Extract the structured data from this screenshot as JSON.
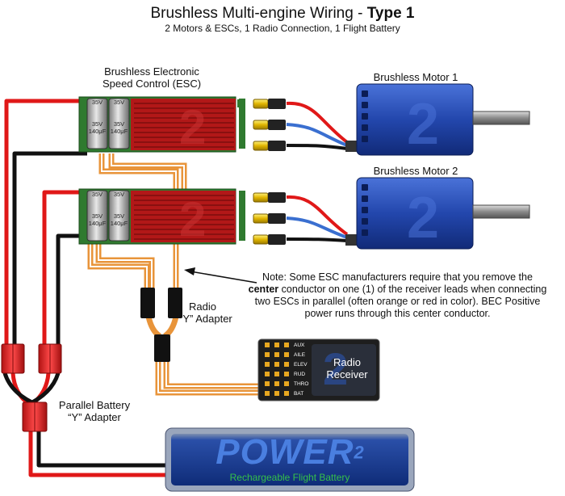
{
  "title": {
    "main": "Brushless Multi-engine Wiring - ",
    "bold": "Type 1",
    "subtitle": "2 Motors & ESCs, 1 Radio Connection, 1 Flight Battery"
  },
  "labels": {
    "esc": "Brushless Electronic Speed Control (ESC)",
    "esc_line1": "Brushless Electronic",
    "esc_line2": "Speed Control (ESC)",
    "motor1": "Brushless Motor 1",
    "motor2": "Brushless Motor 2",
    "radio_y_line1": "Radio",
    "radio_y_line2": "“Y” Adapter",
    "battery_y_line1": "Parallel Battery",
    "battery_y_line2": "“Y” Adapter"
  },
  "note": {
    "prefix": "Note:  Some ESC manufacturers require that you remove the",
    "bold": "center",
    "suffix": " conductor on one (1) of the receiver leads when connecting two ESCs in parallel (often orange or red in color). BEC Positive power runs through this center conductor."
  },
  "esc": {
    "cap_voltage": "35V",
    "cap_capacitance": "140μF"
  },
  "receiver": {
    "label_line1": "Radio",
    "label_line2": "Receiver",
    "channels": [
      "AUX",
      "AILE",
      "ELEV",
      "RUD",
      "THRO",
      "BAT"
    ]
  },
  "battery": {
    "brand": "POWER",
    "brand_sup": "2",
    "caption": "Rechargeable Flight Battery"
  },
  "colors": {
    "wire_red": "#e01818",
    "wire_black": "#111111",
    "wire_blue": "#3a6fd0",
    "wire_orange": "#e8943a",
    "esc_board": "#2f7a2f",
    "esc_heatsink": "#b21818",
    "motor_body": "#2a4fb8",
    "connector_red": "#d42020",
    "battery_blue": "#1e4fae",
    "battery_text": "#4a7fe0",
    "battery_caption": "#35c04a"
  }
}
